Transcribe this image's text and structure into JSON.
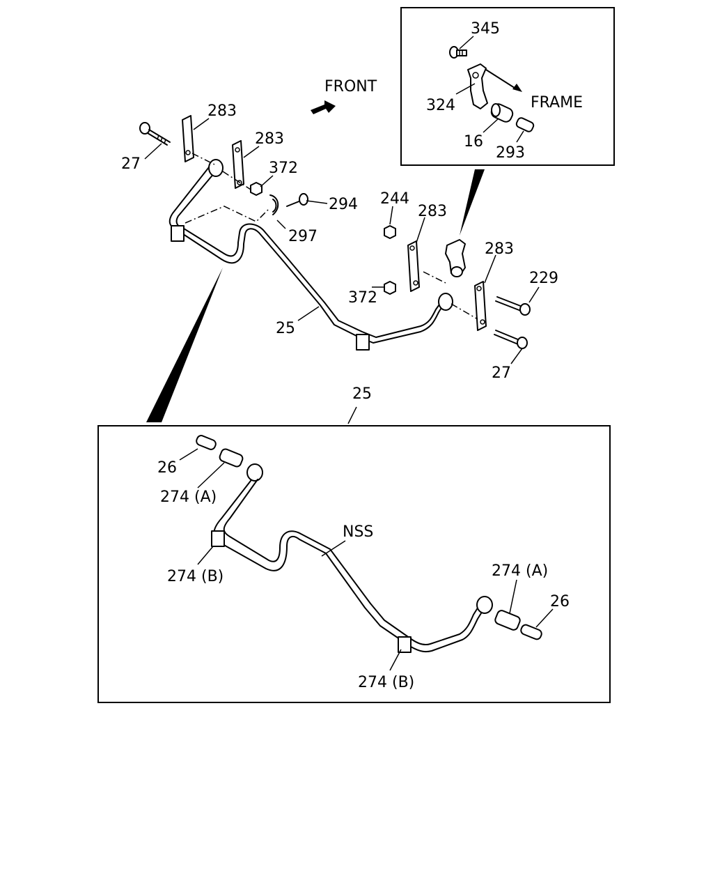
{
  "labels": {
    "front": "FRONT",
    "frame": "FRAME",
    "nss": "NSS",
    "p345": "345",
    "p324": "324",
    "p16": "16",
    "p293": "293",
    "p283a": "283",
    "p283b": "283",
    "p283c": "283",
    "p283d": "283",
    "p27a": "27",
    "p27b": "27",
    "p372a": "372",
    "p372b": "372",
    "p294": "294",
    "p297": "297",
    "p244": "244",
    "p229": "229",
    "p25a": "25",
    "p25b": "25",
    "p26a": "26",
    "p26b": "26",
    "p274A1": "274 (A)",
    "p274A2": "274 (A)",
    "p274B1": "274 (B)",
    "p274B2": "274 (B)"
  }
}
